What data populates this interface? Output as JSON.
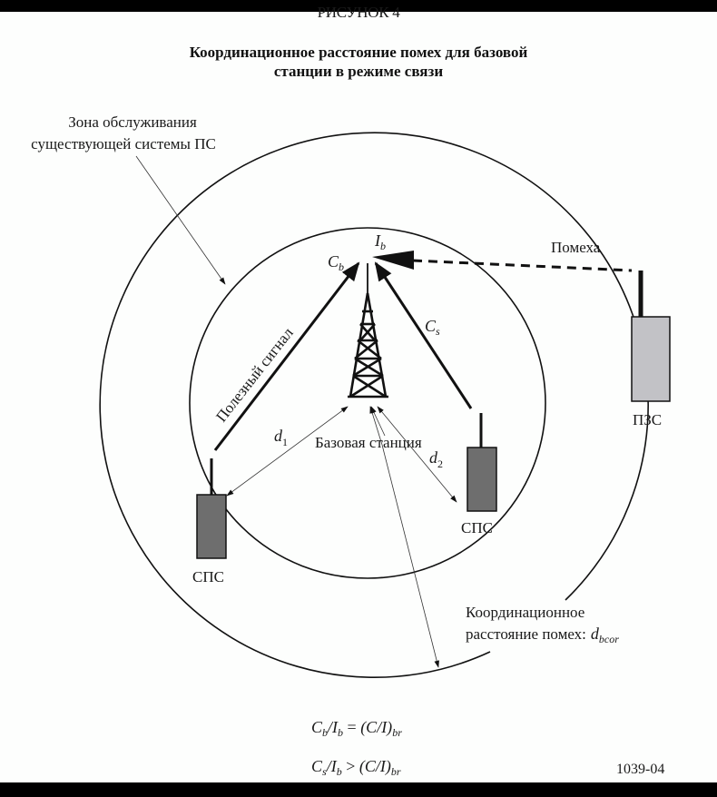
{
  "figure": {
    "number_label": "РИСУНОК 4",
    "title_line1": "Координационное расстояние помех для базовой",
    "title_line2": "станции в режиме связи",
    "figure_id": "1039-04"
  },
  "labels": {
    "service_zone_line1": "Зона обслуживания",
    "service_zone_line2": "существующей системы ПС",
    "useful_signal": "Полезный сигнал",
    "interference": "Помеха",
    "base_station": "Базовая станция",
    "sps_left": "СПС",
    "sps_right": "СПС",
    "pzs": "ПЗС",
    "coord_distance_line1": "Координационное",
    "coord_distance_line2": "расстояние помех:",
    "coord_distance_symbol": "d",
    "coord_distance_subscript": "bcor"
  },
  "symbols": {
    "cb": {
      "main": "C",
      "sub": "b"
    },
    "cs": {
      "main": "C",
      "sub": "s"
    },
    "ib": {
      "main": "I",
      "sub": "b"
    },
    "d1": {
      "main": "d",
      "sub": "1"
    },
    "d2": {
      "main": "d",
      "sub": "2"
    }
  },
  "equations": [
    {
      "lhs_c": "C",
      "lhs_c_sub": "b",
      "slash": "/",
      "lhs_i": "I",
      "lhs_i_sub": "b",
      "op": " = ",
      "rhs": "(C/I)",
      "rhs_sub": "br"
    },
    {
      "lhs_c": "C",
      "lhs_c_sub": "s",
      "slash": "/",
      "lhs_i": "I",
      "lhs_i_sub": "b",
      "op": " > ",
      "rhs": "(C/I)",
      "rhs_sub": "br"
    }
  ],
  "colors": {
    "sps_fill": "#6e6e6e",
    "pzs_fill": "#c2c2c6",
    "line": "#111111"
  }
}
